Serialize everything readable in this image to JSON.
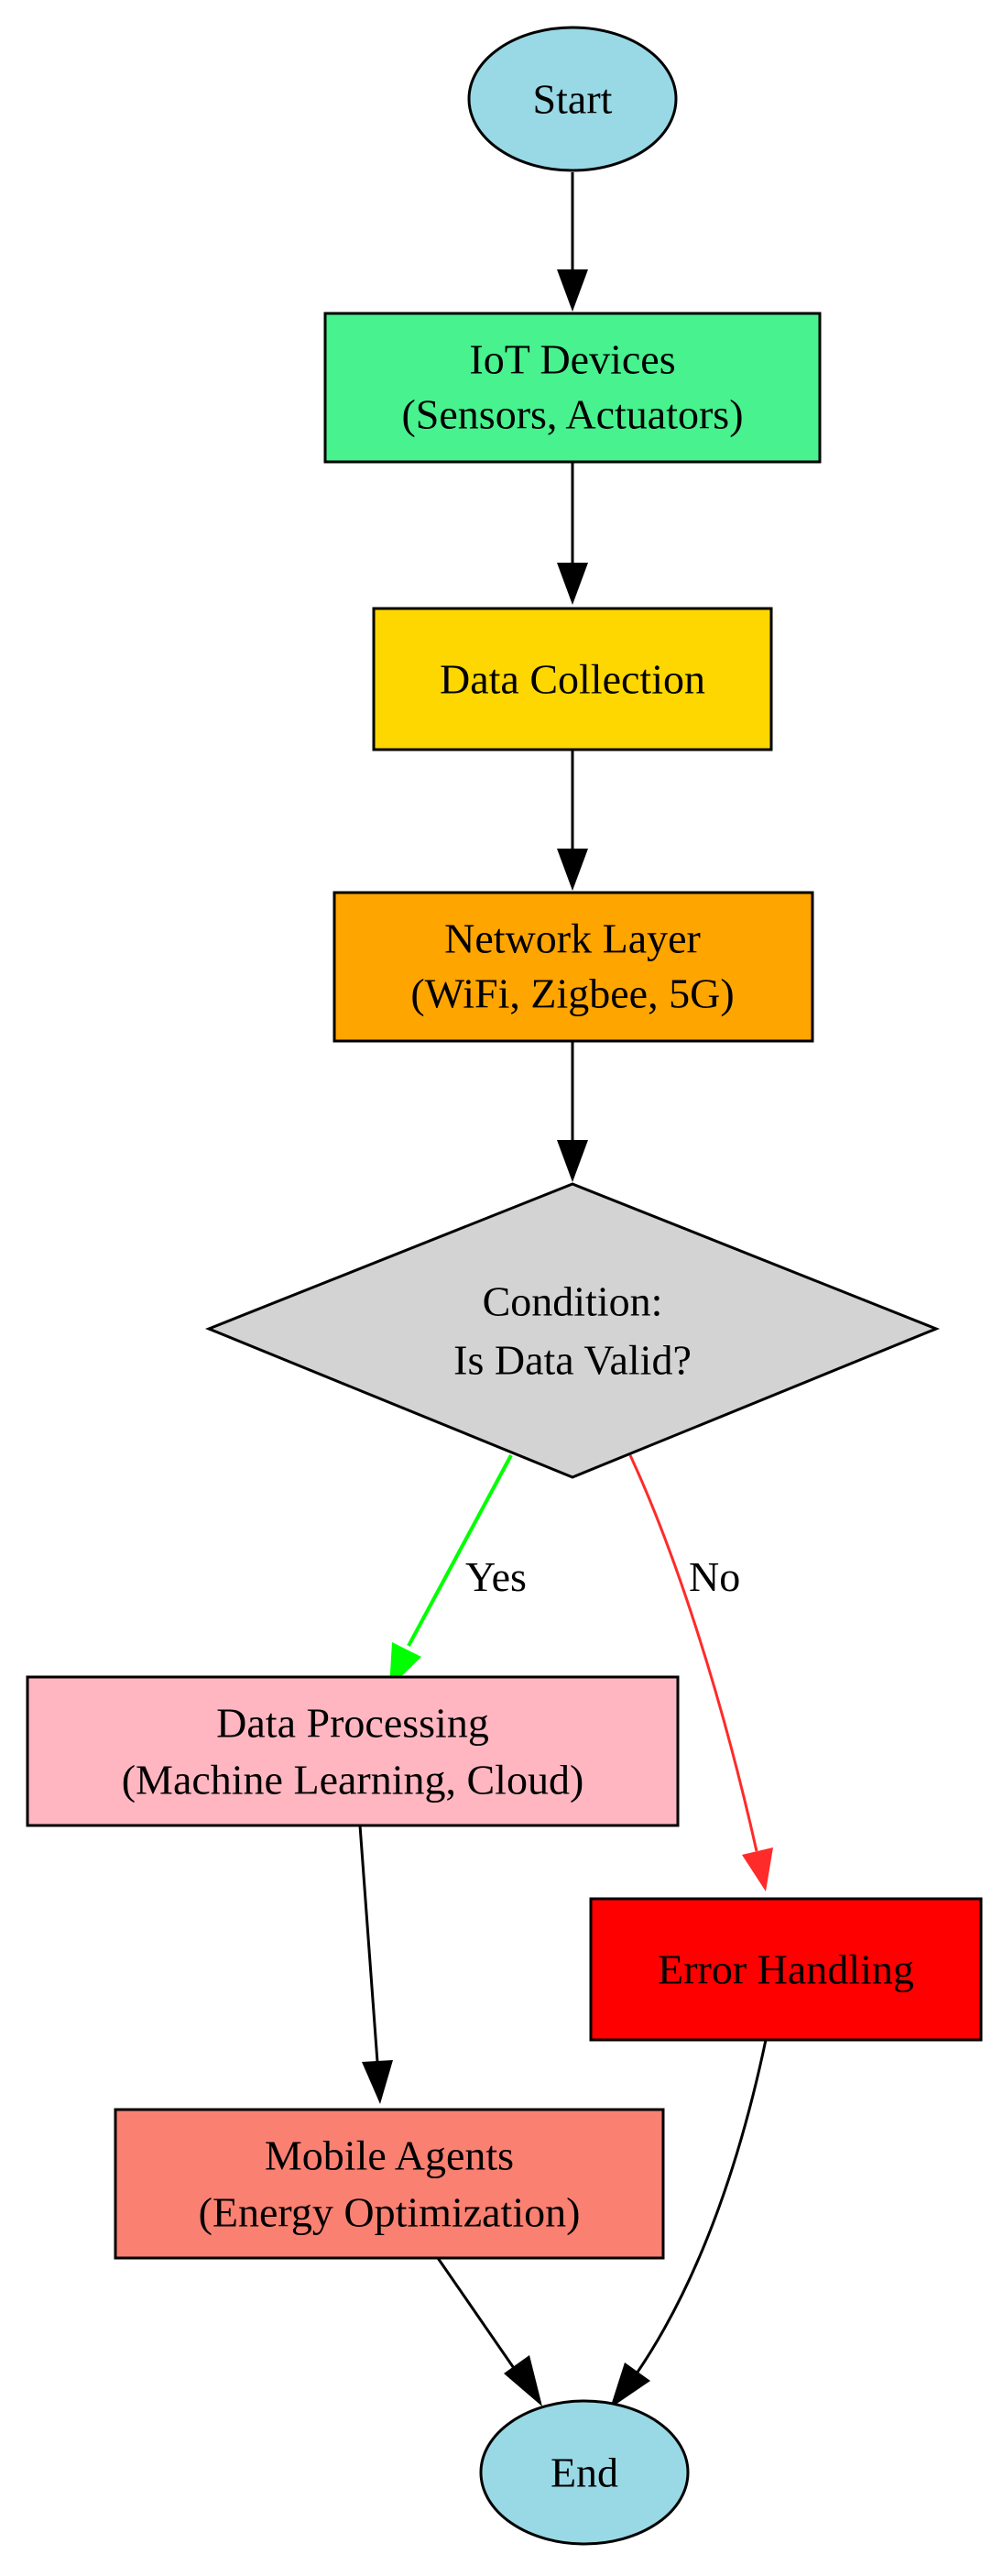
{
  "nodes": {
    "start": {
      "label": "Start",
      "color": "#99d9e6"
    },
    "iot_devices": {
      "line1": "IoT Devices",
      "line2": "(Sensors, Actuators)",
      "color": "#48f28f"
    },
    "data_collection": {
      "label": "Data Collection",
      "color": "#ffd700"
    },
    "network_layer": {
      "line1": "Network Layer",
      "line2": "(WiFi, Zigbee, 5G)",
      "color": "#ffa500"
    },
    "condition": {
      "line1": "Condition:",
      "line2": "Is Data Valid?",
      "color": "#d3d3d3"
    },
    "data_processing": {
      "line1": "Data Processing",
      "line2": "(Machine Learning, Cloud)",
      "color": "#ffb6c1"
    },
    "error_handling": {
      "label": "Error Handling",
      "color": "#ff0000"
    },
    "mobile_agents": {
      "line1": "Mobile Agents",
      "line2": "(Energy Optimization)",
      "color": "#fa8072"
    },
    "end": {
      "label": "End",
      "color": "#99d9e6"
    }
  },
  "edges": {
    "yes_label": "Yes",
    "no_label": "No",
    "yes_color": "#00ff00",
    "no_color": "#ff2a2a",
    "default_color": "#000000"
  }
}
